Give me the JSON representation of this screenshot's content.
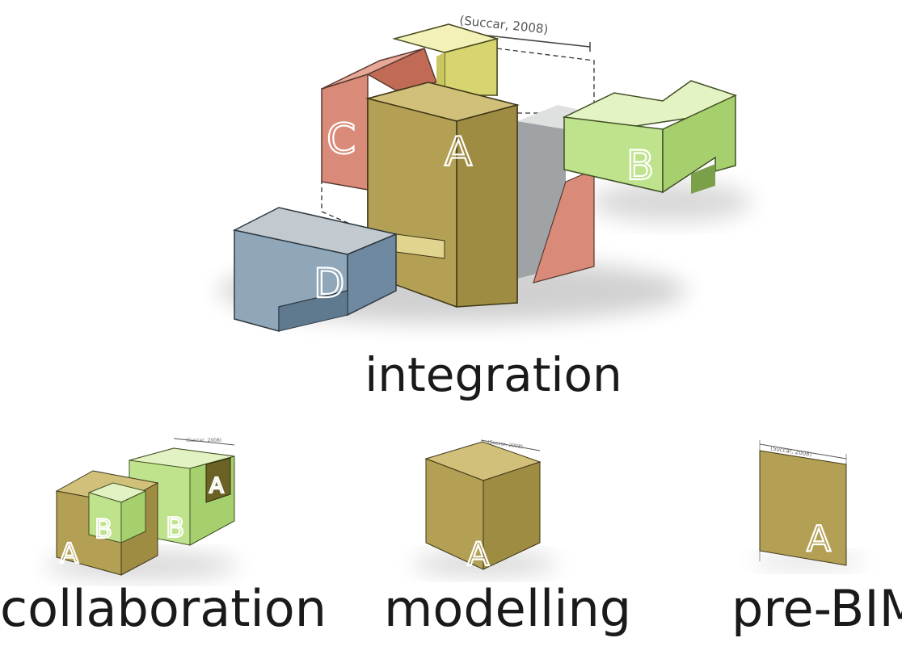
{
  "figure": {
    "citation_large": "(Succar, 2008)",
    "citation_small": "(Succar, 2008)",
    "stages": [
      {
        "key": "integration",
        "label": "integration"
      },
      {
        "key": "collaboration",
        "label": "collaboration"
      },
      {
        "key": "modelling",
        "label": "modelling"
      },
      {
        "key": "pre_bim",
        "label": "pre-BIM"
      }
    ],
    "blocks": {
      "a": "A",
      "b": "B",
      "c": "C",
      "d": "D"
    },
    "colors": {
      "block_a": "#b3a054",
      "block_b": "#bfe38c",
      "block_c": "#d98a78",
      "block_d": "#7f9bb0",
      "block_yellow": "#e6e58c"
    }
  }
}
